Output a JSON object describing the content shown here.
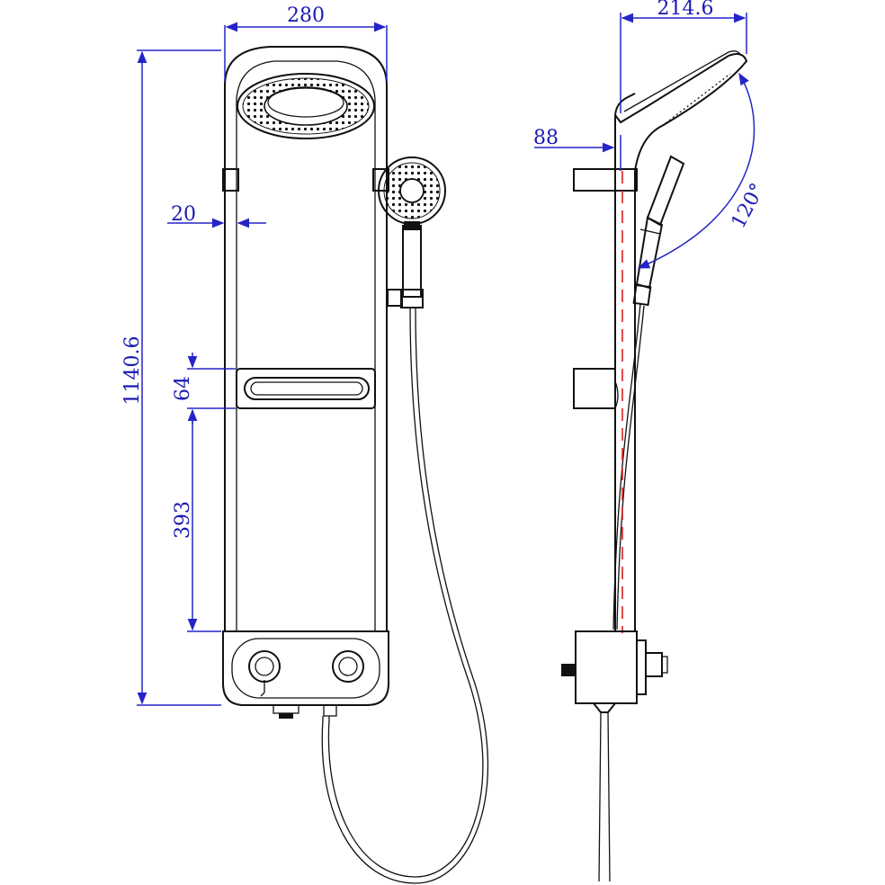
{
  "front_view": {
    "dimensions": {
      "width": "280",
      "height": "1140.6",
      "rail_offset": "20",
      "shelf_thickness": "64",
      "shelf_to_bottom": "393"
    }
  },
  "side_view": {
    "dimensions": {
      "head_reach": "214.6",
      "wall_offset": "88",
      "tilt_angle": "120°"
    }
  },
  "colors": {
    "dimension": "#1a1ab0",
    "outline": "#111111",
    "centerline": "#d62020"
  }
}
